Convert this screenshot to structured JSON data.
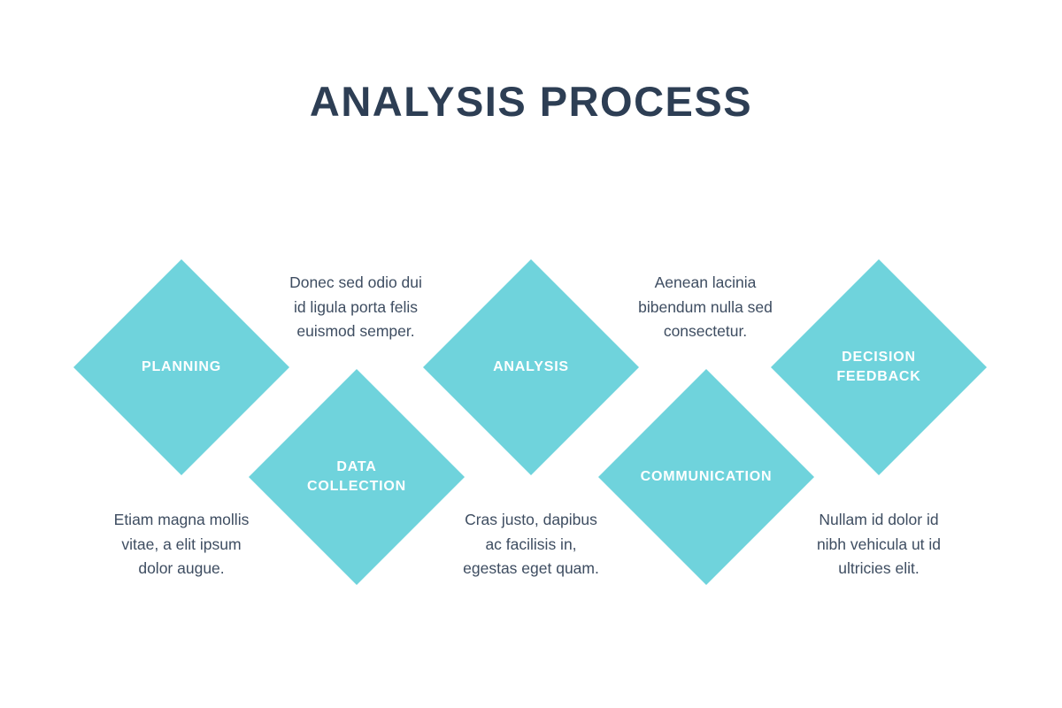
{
  "title": "ANALYSIS PROCESS",
  "colors": {
    "accent_teal": "#6FD3DC",
    "title_navy": "#2D3E54",
    "body_text": "#3E4D61",
    "label_white": "#FFFFFF",
    "background": "#FFFFFF"
  },
  "steps": [
    {
      "label": "PLANNING",
      "description": "Etiam magna mollis\nvitae, a elit ipsum\ndolor augue."
    },
    {
      "label": "DATA\nCOLLECTION",
      "description": "Donec sed odio dui\nid ligula porta felis\neuismod semper."
    },
    {
      "label": "ANALYSIS",
      "description": "Cras justo, dapibus\nac facilisis in,\negestas eget quam."
    },
    {
      "label": "COMMUNICATION",
      "description": "Aenean lacinia\nbibendum nulla sed\nconsectetur."
    },
    {
      "label": "DECISION\nFEEDBACK",
      "description": "Nullam id dolor id\nnibh vehicula ut id\nultricies elit."
    }
  ]
}
